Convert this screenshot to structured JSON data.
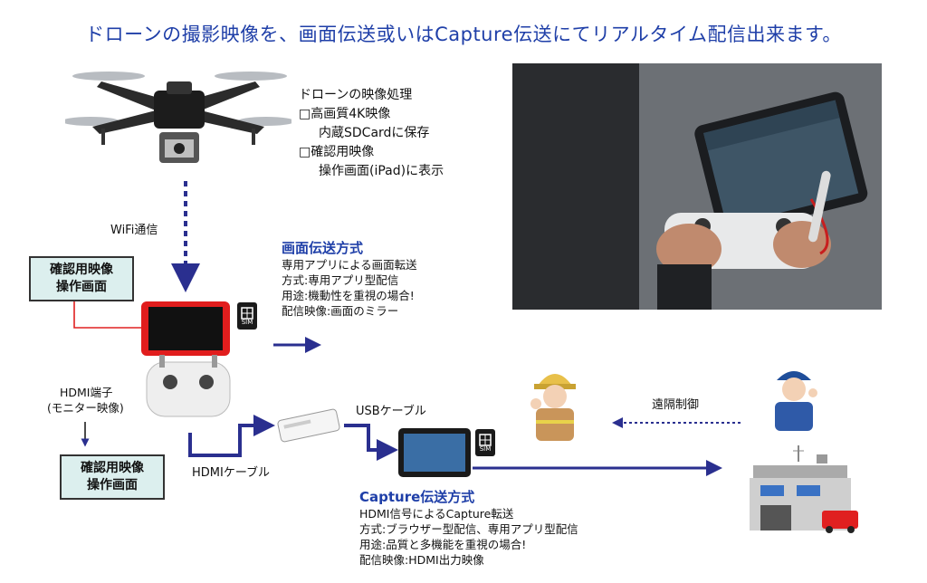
{
  "title": "ドローンの撮影映像を、画面伝送或いはCapture伝送にてリアルタイム配信出来ます。",
  "drone_notes": [
    "ドローンの映像処理",
    "□高画質4K映像",
    "内蔵SDCardに保存",
    "□確認用映像",
    "操作画面(iPad)に表示"
  ],
  "labels": {
    "wifi": "WiFi通信",
    "hdmi_port": "HDMI端子",
    "hdmi_port_sub": "(モニター映像)",
    "hdmi_cable": "HDMIケーブル",
    "usb_cable": "USBケーブル",
    "remote_control": "遠隔制御",
    "sim": "SIM"
  },
  "box_top": [
    "確認用映像",
    "操作画面"
  ],
  "box_bottom": [
    "確認用映像",
    "操作画面"
  ],
  "screen_method": {
    "title": "画面伝送方式",
    "lines": [
      "専用アプリによる画面転送",
      "方式:専用アプリ型配信",
      "用途:機動性を重視の場合!",
      "配信映像:画面のミラー"
    ]
  },
  "capture_method": {
    "title": "Capture伝送方式",
    "lines": [
      "HDMI信号によるCapture転送",
      "方式:ブラウザー型配信、専用アプリ型配信",
      "用途:品質と多機能を重視の場合!",
      "配信映像:HDMI出力映像"
    ]
  },
  "colors": {
    "title": "#1f3fa8",
    "arrow": "#2a2f8f",
    "box_fill": "#dcefee",
    "red_line": "#e02020"
  }
}
